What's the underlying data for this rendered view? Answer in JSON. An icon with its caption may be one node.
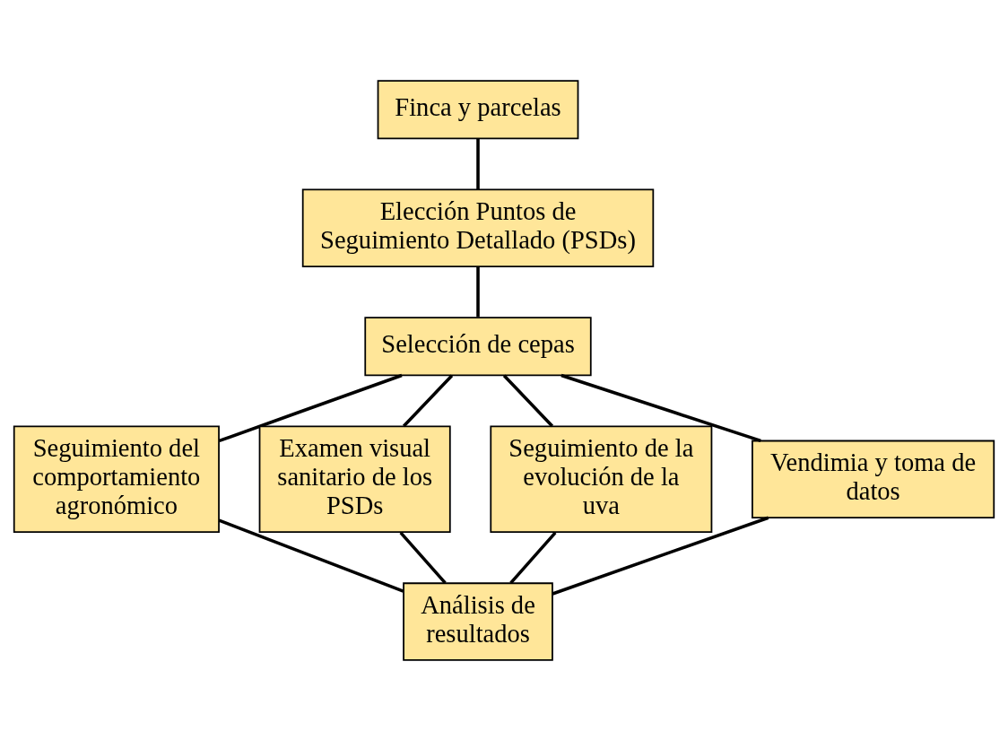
{
  "diagram": {
    "nodes": [
      {
        "text": [
          "Finca y parcelas"
        ]
      },
      {
        "text": [
          "Elección Puntos de Seguimiento Detallado (PSDs)"
        ]
      },
      {
        "text": [
          "Selección de cepas"
        ]
      },
      {
        "text": [
          "Seguimiento del comportamiento agronómico"
        ]
      },
      {
        "text": [
          "Examen visual sanitario de los PSDs"
        ]
      },
      {
        "text": [
          "Seguimiento de la evolución de la uva"
        ]
      },
      {
        "text": [
          "Vendimia y toma de datos"
        ]
      },
      {
        "text": [
          "Análisis de resultados"
        ]
      }
    ],
    "edges": [
      {
        "from": 0,
        "to": 1,
        "arrow": "none"
      },
      {
        "from": 1,
        "to": 2,
        "arrow": "none"
      },
      {
        "from": 2,
        "to": 3,
        "arrow": "none"
      },
      {
        "from": 2,
        "to": 4,
        "arrow": "none"
      },
      {
        "from": 2,
        "to": 5,
        "arrow": "none"
      },
      {
        "from": 2,
        "to": 6,
        "arrow": "none"
      },
      {
        "from": 3,
        "to": 7,
        "arrow": "none"
      },
      {
        "from": 4,
        "to": 7,
        "arrow": "none"
      },
      {
        "from": 5,
        "to": 7,
        "arrow": "none"
      },
      {
        "from": 6,
        "to": 7,
        "arrow": "none"
      }
    ]
  }
}
